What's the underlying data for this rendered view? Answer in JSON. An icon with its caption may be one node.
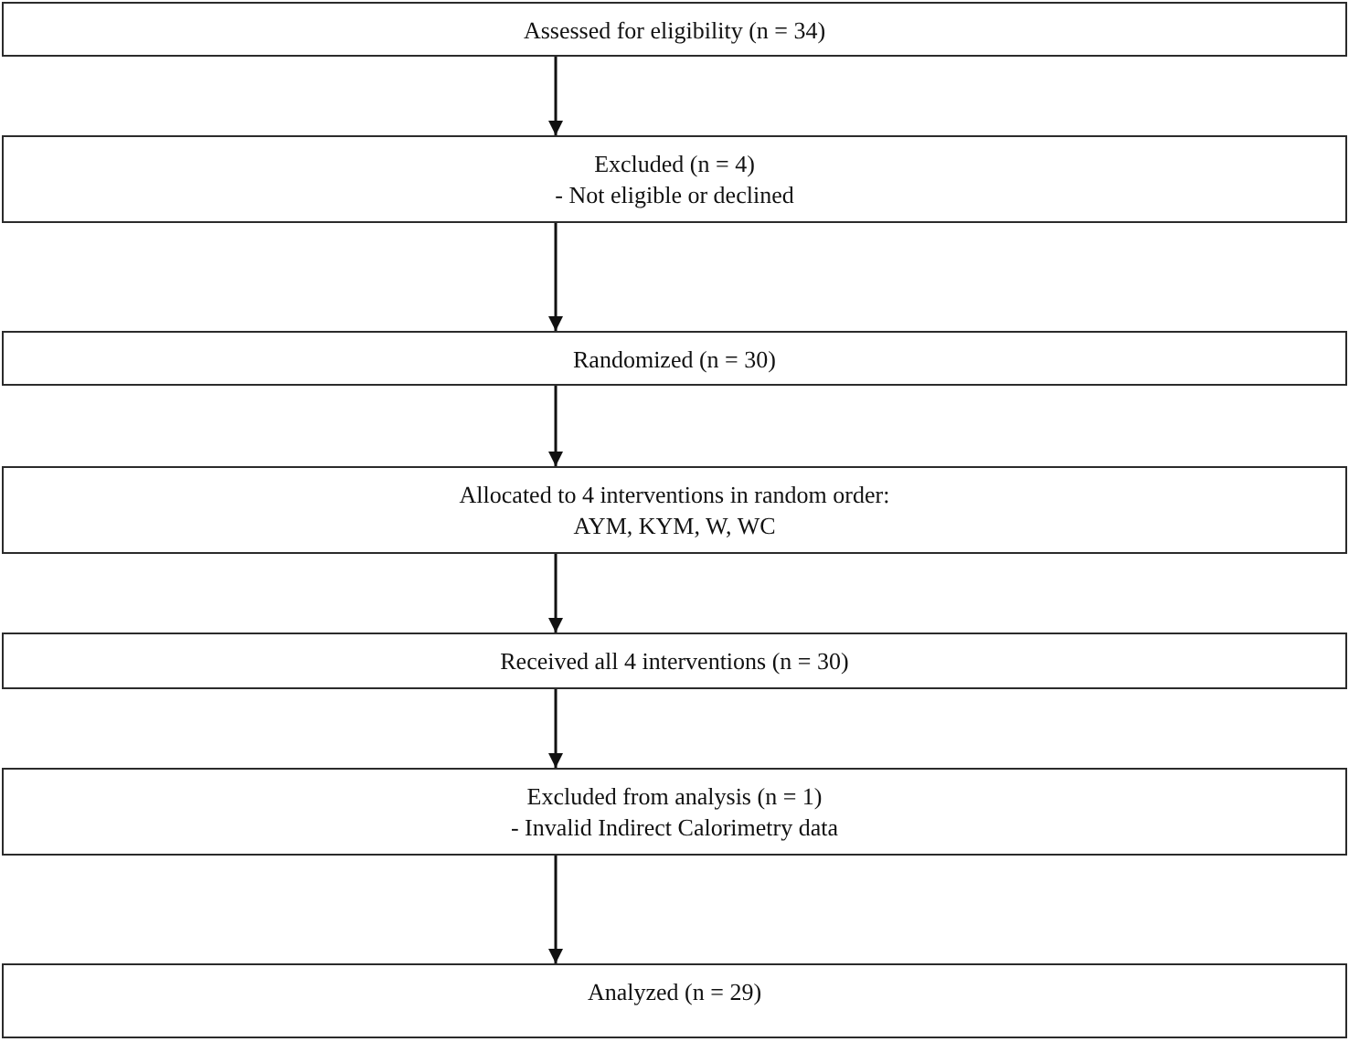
{
  "diagram": {
    "nodes": [
      {
        "text": [
          "Assessed for eligibility (n = 34)"
        ]
      },
      {
        "text": [
          "Excluded (n = 4)",
          "- Not eligible or declined"
        ]
      },
      {
        "text": [
          "Randomized (n = 30)"
        ]
      },
      {
        "text": [
          "Allocated to 4 interventions in random order:",
          "AYM, KYM, W, WC"
        ]
      },
      {
        "text": [
          "Received all 4 interventions (n = 30)"
        ]
      },
      {
        "text": [
          "Excluded from analysis (n = 1)",
          "- Invalid Indirect Calorimetry data"
        ]
      },
      {
        "text": [
          "Analyzed (n = 29)"
        ]
      }
    ],
    "edges": [
      {
        "from": 0,
        "to": 1,
        "arrow": "to"
      },
      {
        "from": 1,
        "to": 2,
        "arrow": "to"
      },
      {
        "from": 2,
        "to": 3,
        "arrow": "to"
      },
      {
        "from": 3,
        "to": 4,
        "arrow": "to"
      },
      {
        "from": 4,
        "to": 5,
        "arrow": "to"
      },
      {
        "from": 5,
        "to": 6,
        "arrow": "to"
      }
    ]
  }
}
